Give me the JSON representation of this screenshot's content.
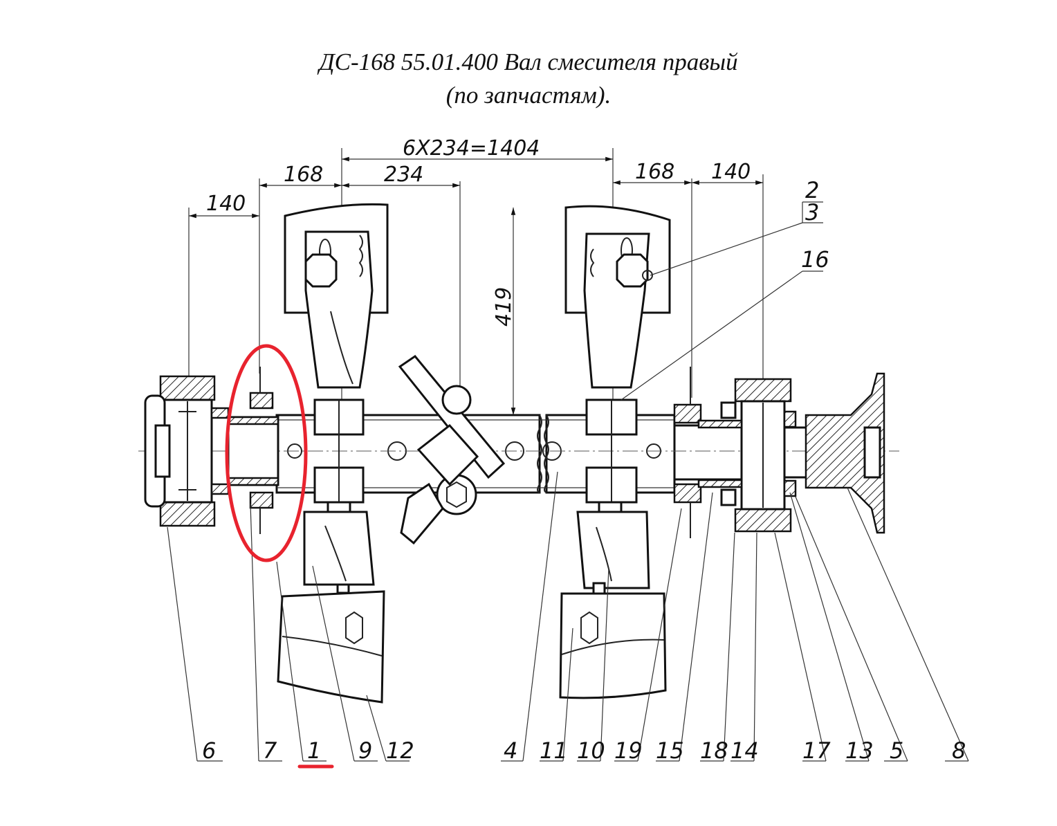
{
  "title": {
    "line1": "ДС-168 55.01.400 Вал смесителя правый",
    "line2": "(по запчастям)."
  },
  "dimensions": {
    "total": "6Х234=1404",
    "left_168": "168",
    "left_140": "140",
    "pitch": "234",
    "right_168": "168",
    "right_140": "140",
    "height": "419"
  },
  "callouts": {
    "bottom": [
      "6",
      "7",
      "1",
      "9",
      "12",
      "4",
      "11",
      "10",
      "19",
      "15",
      "18",
      "14",
      "17",
      "13",
      "5",
      "8"
    ],
    "top_2": "2",
    "top_3": "3",
    "top_16": "16"
  },
  "highlight": {
    "color": "#e8232e",
    "part_number": "1"
  }
}
